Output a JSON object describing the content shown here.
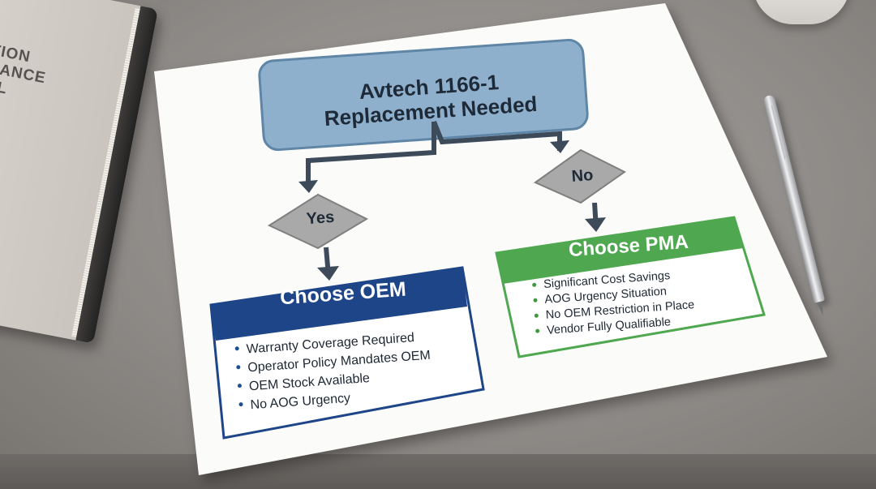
{
  "book": {
    "cover_lines": [
      "ATION",
      "ENANCE",
      "UAL"
    ]
  },
  "flowchart": {
    "title": [
      "Avtech 1166-1",
      "Replacement Needed"
    ],
    "decisions": {
      "yes": "Yes",
      "no": "No"
    },
    "oem": {
      "heading": "Choose OEM",
      "color": "#1d4588",
      "items": [
        "Warranty Coverage Required",
        "Operator Policy Mandates OEM",
        "OEM Stock Available",
        "No AOG Urgency"
      ]
    },
    "pma": {
      "heading": "Choose PMA",
      "color": "#4fa84f",
      "items": [
        "Significant Cost Savings",
        "AOG Urgency Situation",
        "No OEM Restriction in Place",
        "Vendor Fully Qualifiable"
      ]
    },
    "title_box_color": "#8fb0cc",
    "decision_color": "#a9a9a9",
    "arrow_color": "#3d4a5a"
  }
}
